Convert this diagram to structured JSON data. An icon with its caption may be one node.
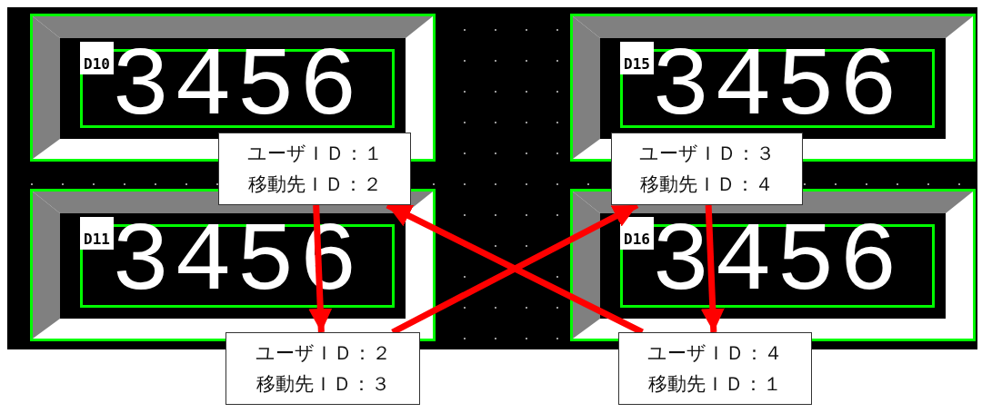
{
  "diagram": {
    "nodes": [
      {
        "text": [
          "ユーザＩＤ：１",
          "移動先ＩＤ：２"
        ]
      },
      {
        "text": [
          "ユーザＩＤ：３",
          "移動先ＩＤ：４"
        ]
      },
      {
        "text": [
          "ユーザＩＤ：２",
          "移動先ＩＤ：３"
        ]
      },
      {
        "text": [
          "ユーザＩＤ：４",
          "移動先ＩＤ：１"
        ]
      }
    ],
    "edges": [
      {
        "from": 0,
        "to": 2,
        "arrow": "to"
      },
      {
        "from": 2,
        "to": 1,
        "arrow": "to"
      },
      {
        "from": 1,
        "to": 3,
        "arrow": "to"
      },
      {
        "from": 3,
        "to": 0,
        "arrow": "to"
      }
    ],
    "labels": [
      "D10",
      "3456",
      "D15",
      "3456",
      "D11",
      "3456",
      "D16",
      "3456"
    ]
  }
}
